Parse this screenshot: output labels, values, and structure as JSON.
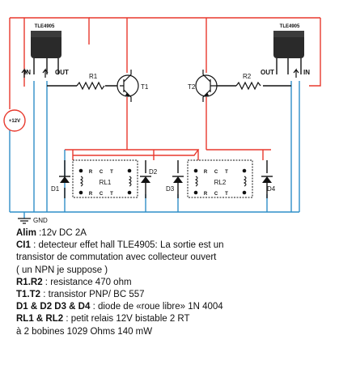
{
  "diagram": {
    "ic_left_label": "TLE4905",
    "ic_right_label": "TLE4905",
    "pin_in": "IN",
    "pin_out": "OUT",
    "supply_label": "+12V",
    "r1": "R1",
    "r2": "R2",
    "t1": "T1",
    "t2": "T2",
    "d1": "D1",
    "d2": "D2",
    "d3": "D3",
    "d4": "D4",
    "rl1": "RL1",
    "rl2": "RL2",
    "relay_pin_r": "R",
    "relay_pin_c": "C",
    "relay_pin_t": "T",
    "gnd": "GND",
    "colors": {
      "power": "#e8392d",
      "ground": "#2f8fc8",
      "signal": "#111111"
    }
  },
  "notes": {
    "l1_key": "Alim",
    "l1_val": " :12v DC 2A",
    "l2_key": "CI1",
    "l2_val": " : detecteur effet hall TLE4905: La sortie est un",
    "l3": "transistor de commutation avec collecteur ouvert",
    "l4": "( un NPN je suppose )",
    "l5_key": "R1.R2",
    "l5_val": " : resistance 470 ohm",
    "l6_key": "T1.T2",
    "l6_val": " : transistor PNP/ BC 557",
    "l7_key": "D1 & D2 D3 & D4",
    "l7_val": " : diode de «roue libre» 1N 4004",
    "l8_key": "RL1 & RL2",
    "l8_val": " : petit relais 12V bistable 2 RT",
    "l9": "à 2 bobines 1029 Ohms  140 mW"
  }
}
